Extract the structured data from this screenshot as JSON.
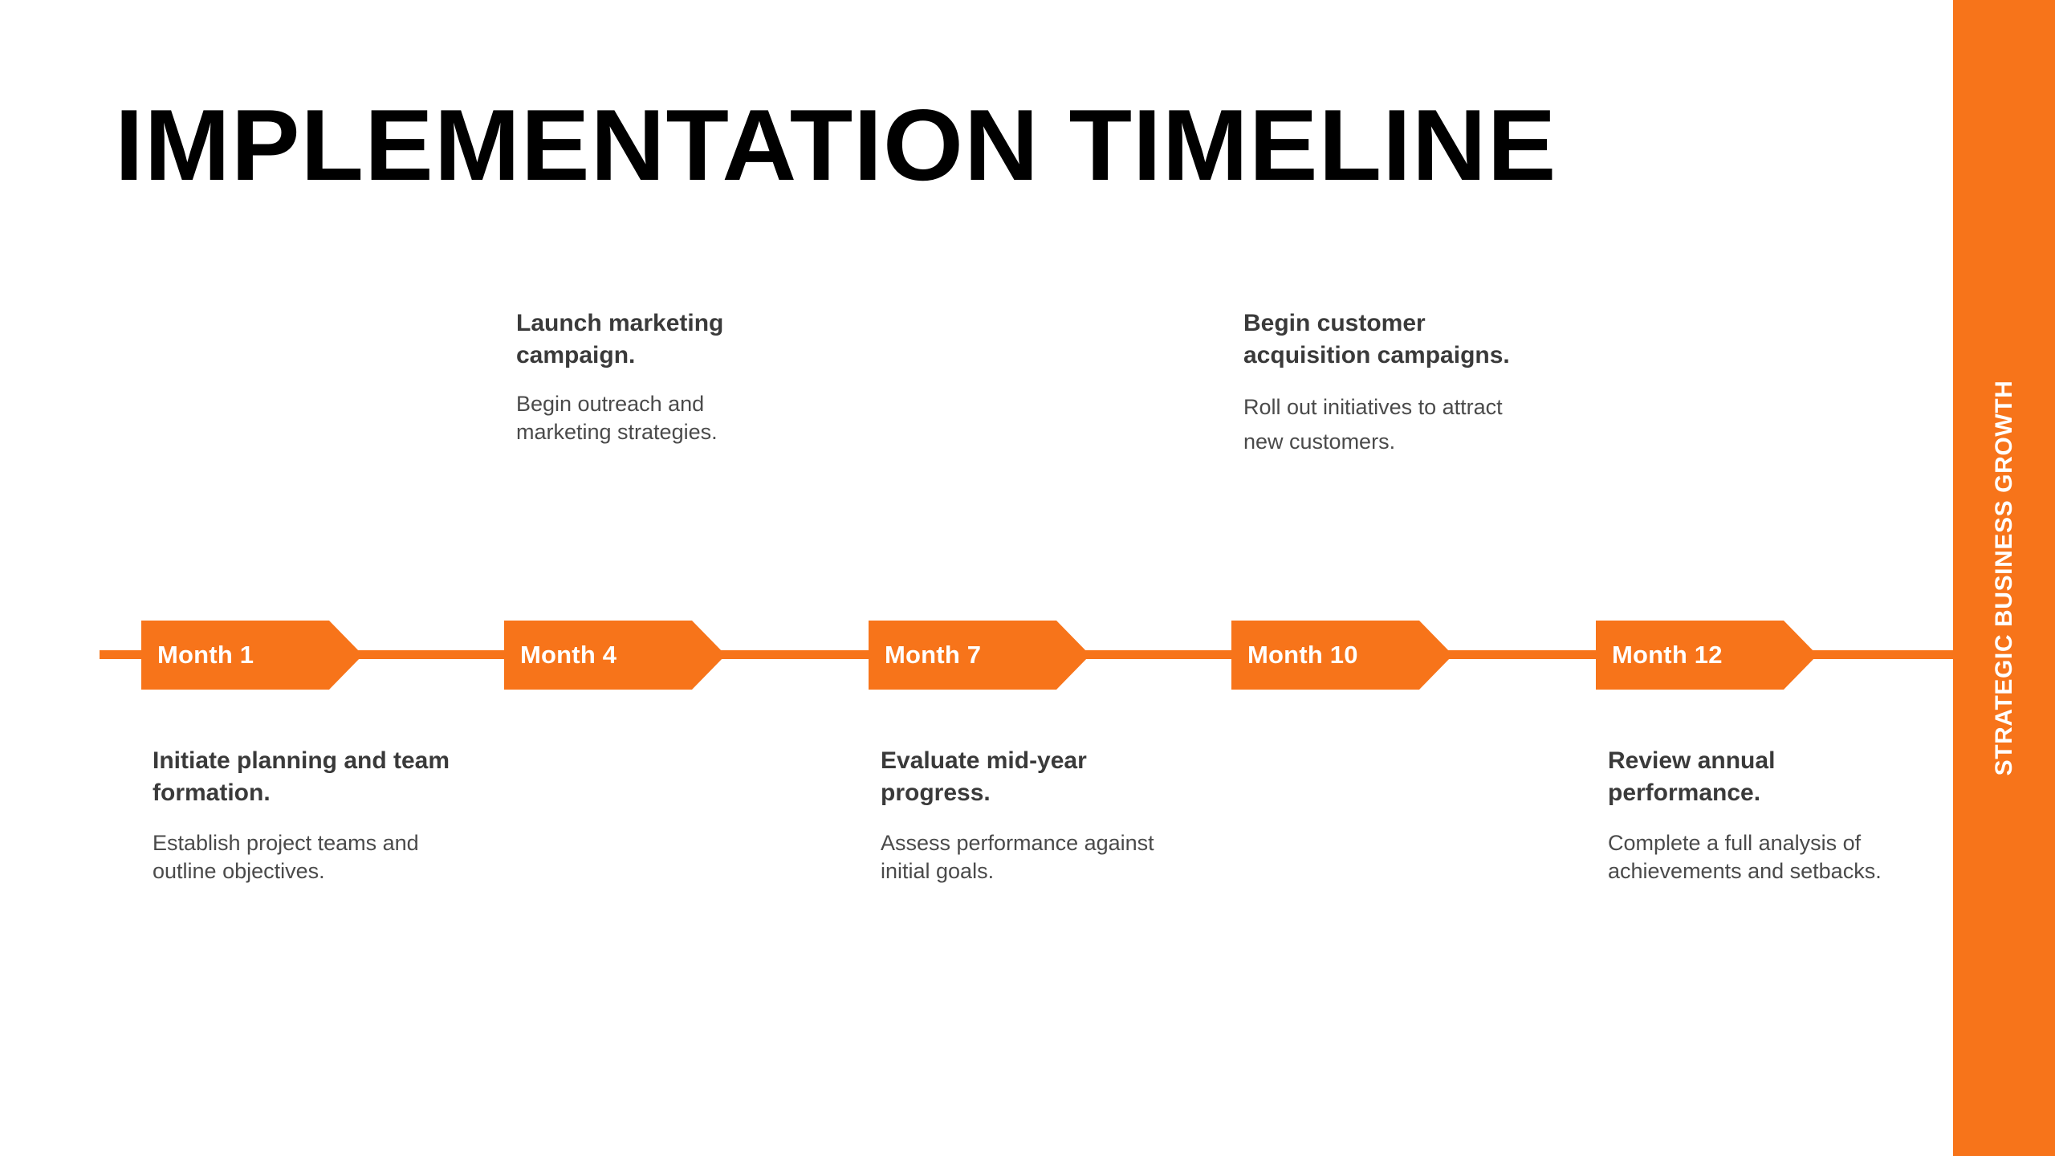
{
  "slide": {
    "title": "IMPLEMENTATION TIMELINE",
    "side_band_label": "STRATEGIC BUSINESS GROWTH",
    "background_color": "#FFFFFF",
    "accent_color": "#F7741A",
    "title_color": "#000000",
    "heading_color": "#3A3A3A",
    "body_color": "#4A4A4A"
  },
  "timeline": {
    "milestones": [
      {
        "marker_label": "Month 1",
        "position": "below",
        "title": "Initiate planning and team formation.",
        "body": "Establish project teams and outline objectives."
      },
      {
        "marker_label": "Month 4",
        "position": "above",
        "title": "Launch marketing campaign.",
        "body": "Begin outreach and marketing strategies."
      },
      {
        "marker_label": "Month 7",
        "position": "below",
        "title": "Evaluate mid-year progress.",
        "body": "Assess performance against initial goals."
      },
      {
        "marker_label": "Month 10",
        "position": "above",
        "title": "Begin customer acquisition campaigns.",
        "body": "Roll out initiatives to attract new customers."
      },
      {
        "marker_label": "Month 12",
        "position": "below",
        "title": "Review annual performance.",
        "body": "Complete a full analysis of achievements and setbacks."
      }
    ]
  }
}
